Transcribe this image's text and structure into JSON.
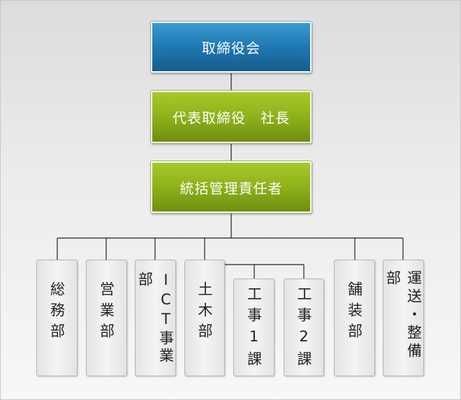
{
  "org": {
    "board": "取締役会",
    "president": "代表取締役　社長",
    "manager": "統括管理責任者",
    "departments": [
      {
        "id": "general-affairs",
        "label": "総務部"
      },
      {
        "id": "sales",
        "label": "営業部"
      },
      {
        "id": "ict",
        "label": "ICT事業部"
      },
      {
        "id": "civil",
        "label": "土木部"
      },
      {
        "id": "construction-1",
        "label": "工事1課"
      },
      {
        "id": "construction-2",
        "label": "工事2課"
      },
      {
        "id": "paving",
        "label": "舗装部"
      },
      {
        "id": "transport",
        "label": "運送・整備部"
      }
    ]
  },
  "colors": {
    "board_fill": "#1f78b1",
    "exec_fill": "#8db21a",
    "dept_fill": "#ececec",
    "connector": "#222222"
  }
}
